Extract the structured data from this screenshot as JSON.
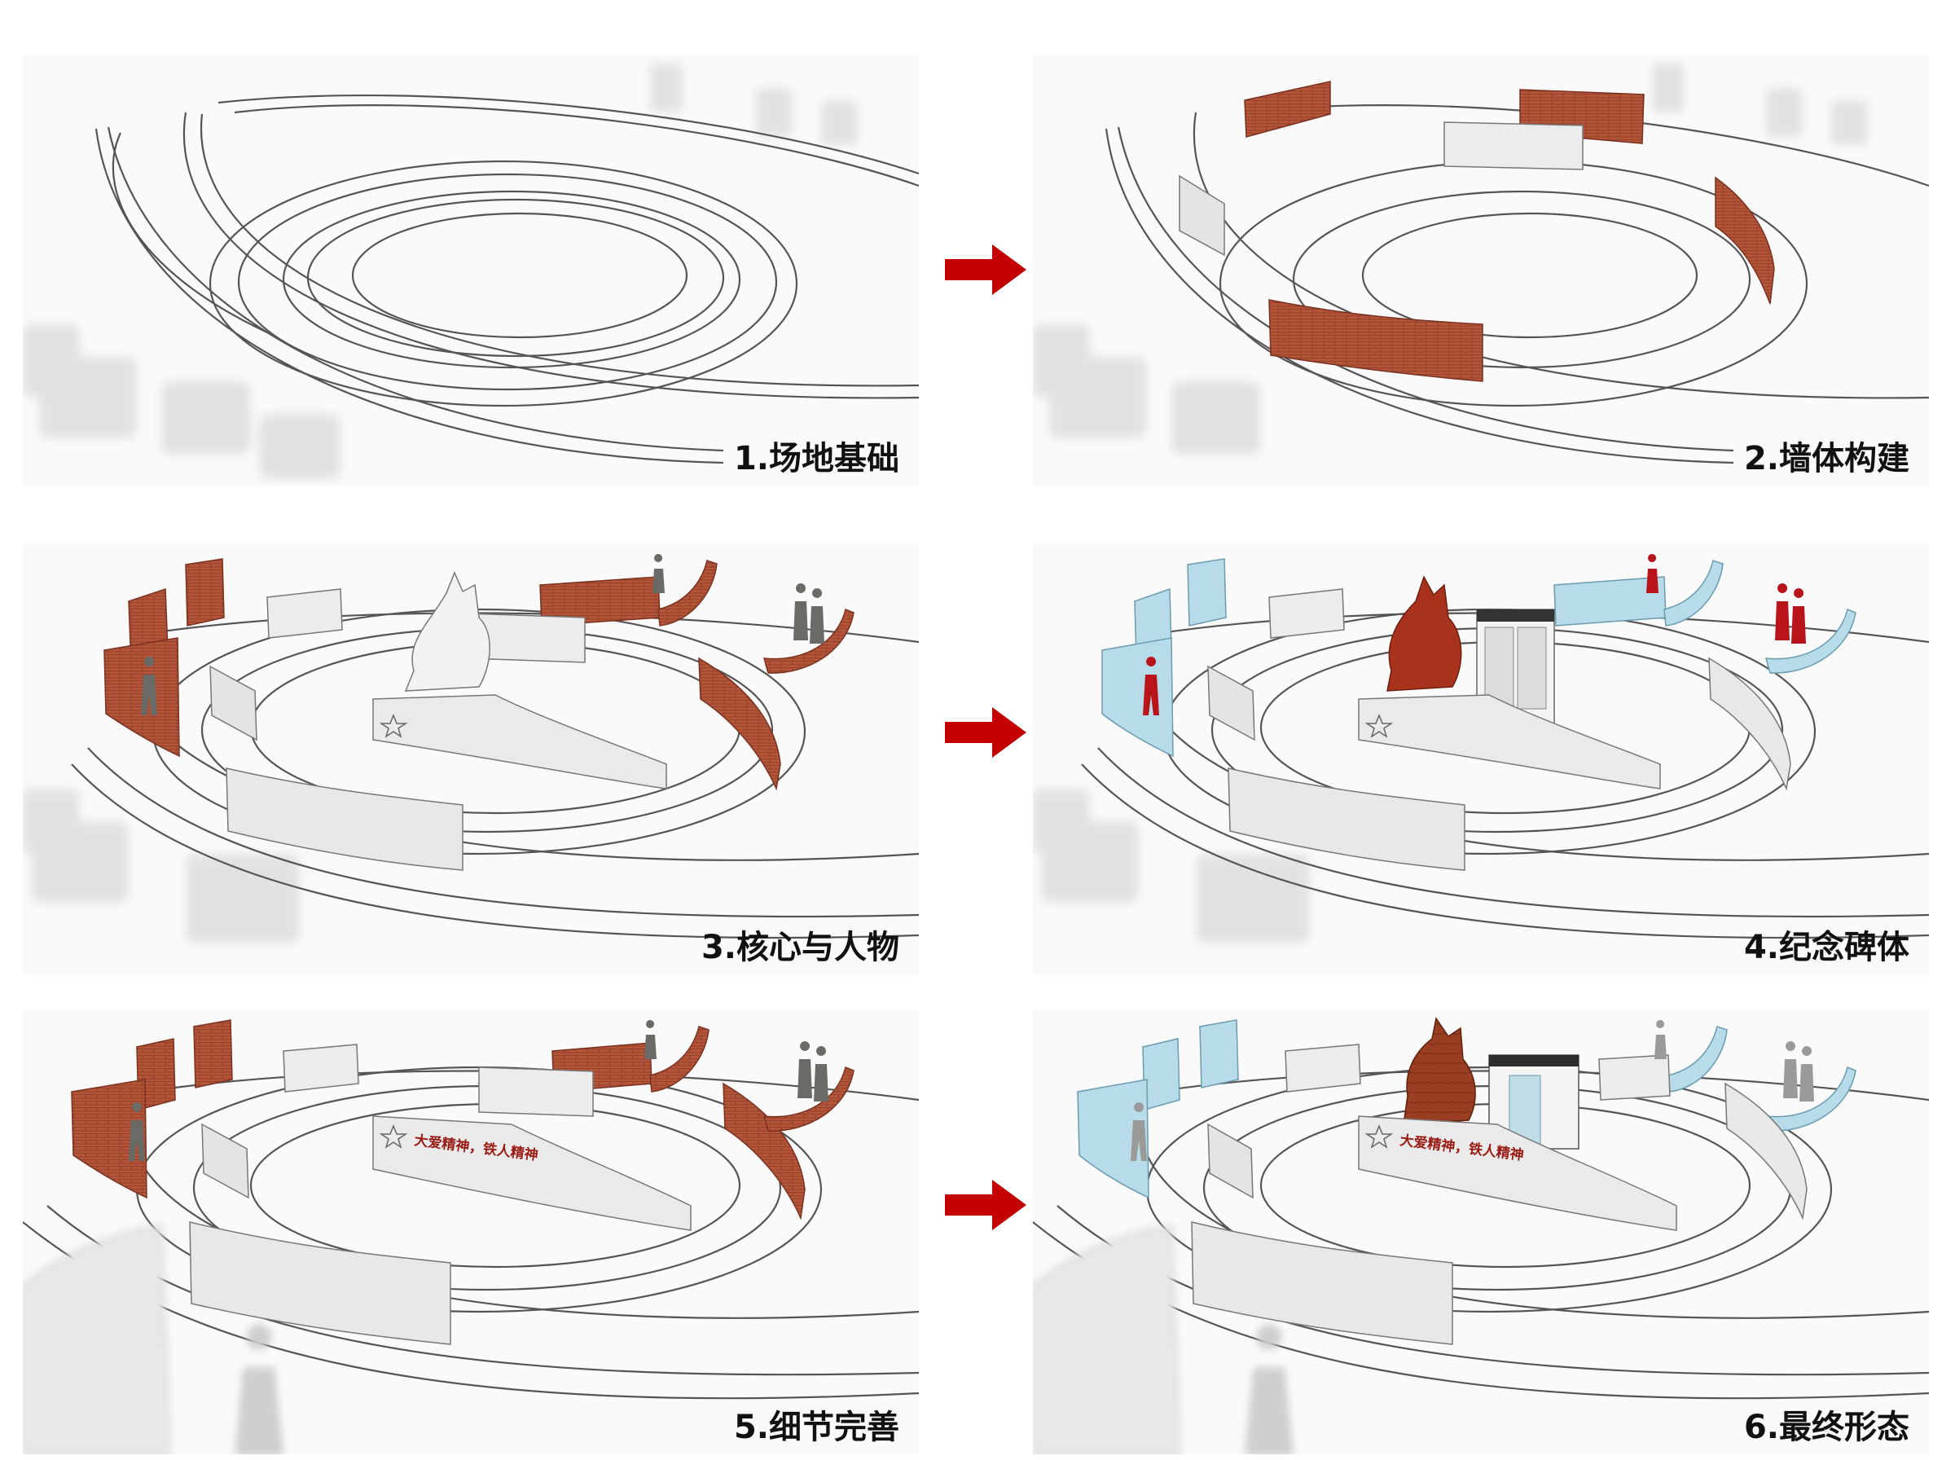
{
  "steps": [
    {
      "caption": "1.场地基础"
    },
    {
      "caption": "2.墙体构建"
    },
    {
      "caption": "3.核心与人物"
    },
    {
      "caption": "4.纪念碑体"
    },
    {
      "caption": "5.细节完善",
      "slogan": "大爱精神，铁人精神"
    },
    {
      "caption": "6.最终形态",
      "slogan": "大爱精神，铁人精神"
    }
  ],
  "colors": {
    "brick": "#b4553a",
    "glass": "#b7dbe8",
    "sculpture_red": "#a9321d",
    "sculpture_wood": "#9a3e22",
    "arrow": "#c40000",
    "wall_white": "#ececec"
  }
}
